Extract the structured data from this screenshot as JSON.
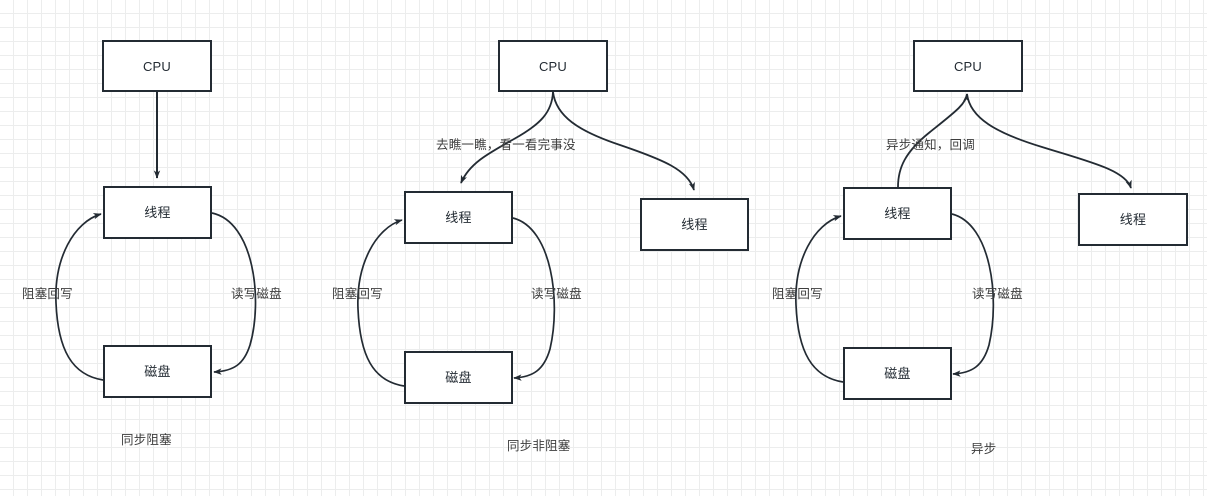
{
  "diagram": {
    "title": "IO models diagram",
    "stroke_color": "#232b33",
    "text_color": "#3d3d3d",
    "grid_color": "#eceded",
    "background": "#ffffff",
    "panels": [
      {
        "id": "sync-blocking",
        "caption": "同步阻塞",
        "nodes": {
          "cpu": "CPU",
          "thread": "线程",
          "disk": "磁盘"
        },
        "edge_labels": {
          "left_arc": "阻塞回写",
          "right_arc": "读写磁盘"
        }
      },
      {
        "id": "sync-nonblocking",
        "caption": "同步非阻塞",
        "nodes": {
          "cpu": "CPU",
          "thread": "线程",
          "disk": "磁盘",
          "thread2": "线程"
        },
        "edge_labels": {
          "cpu_to_thread": "去瞧一瞧，看一看完事没",
          "left_arc": "阻塞回写",
          "right_arc": "读写磁盘"
        }
      },
      {
        "id": "async",
        "caption": "异步",
        "nodes": {
          "cpu": "CPU",
          "thread": "线程",
          "disk": "磁盘",
          "thread2": "线程"
        },
        "edge_labels": {
          "thread_to_cpu": "异步通知，回调",
          "left_arc": "阻塞回写",
          "right_arc": "读写磁盘"
        }
      }
    ]
  }
}
